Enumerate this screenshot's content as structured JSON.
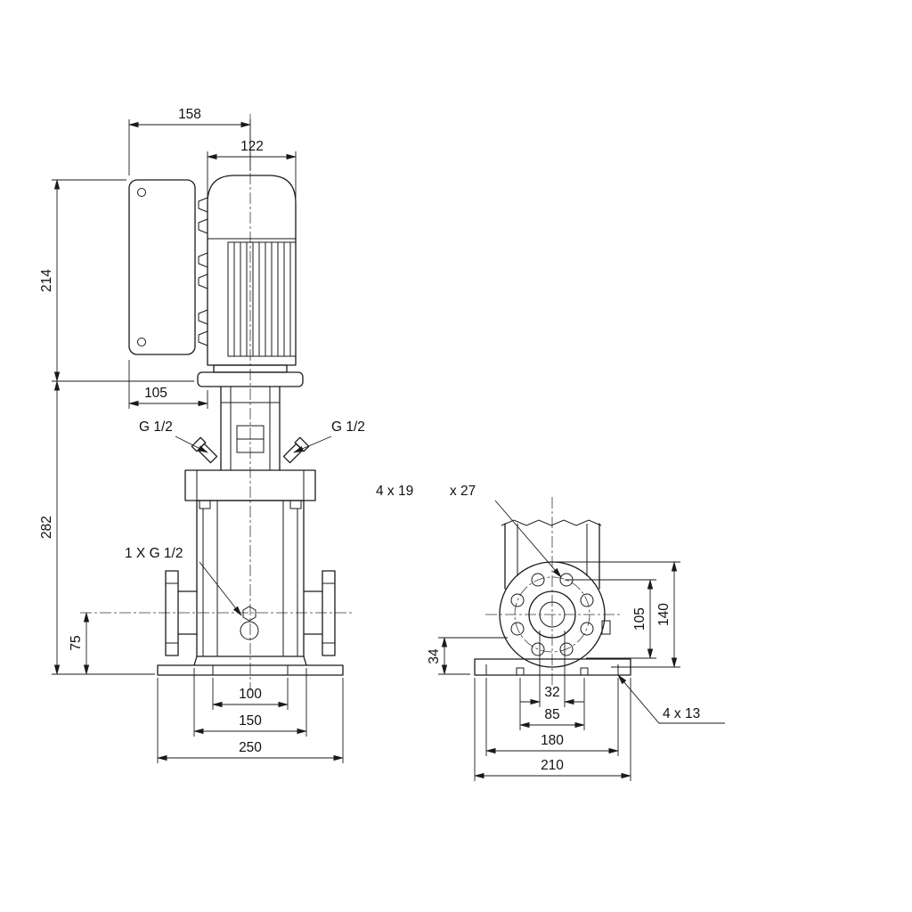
{
  "drawing": {
    "left_view": {
      "dim_158": "158",
      "dim_122": "122",
      "dim_214": "214",
      "dim_105": "105",
      "dim_282": "282",
      "dim_75": "75",
      "dim_100": "100",
      "dim_150": "150",
      "dim_250": "250",
      "port_left_label": "G 1/2",
      "port_right_label": "G 1/2",
      "drain_label": "1 X G 1/2"
    },
    "end_view": {
      "dim_34": "34",
      "dim_105": "105",
      "dim_140": "140",
      "dim_32": "32",
      "dim_85": "85",
      "dim_180": "180",
      "dim_210": "210",
      "flange_holes_label_1": "4 x 19",
      "flange_holes_label_2": "x 27",
      "base_holes_label": "4 x 13"
    }
  }
}
